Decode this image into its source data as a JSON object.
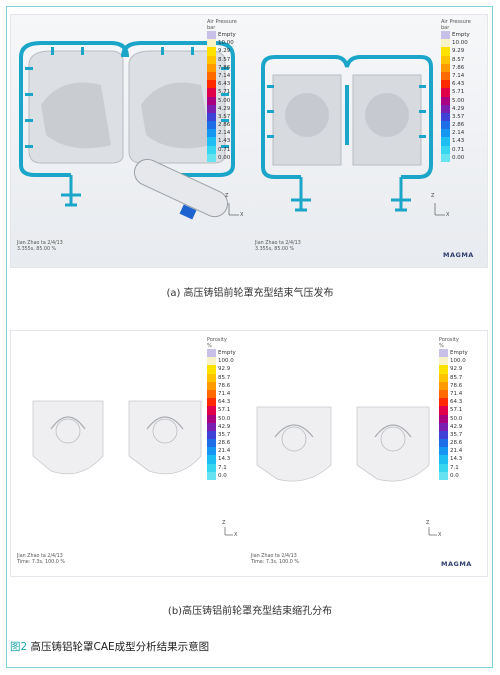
{
  "figure": {
    "number": "图2",
    "title": "高压铸铝轮罩CAE成型分析结果示意图"
  },
  "panel_a": {
    "caption": "(a) 高压铸铝前轮罩充型结束气压发布",
    "logo": "MAGMA",
    "legends": [
      {
        "title": "Air Pressure",
        "unit": "bar",
        "entries": [
          "Empty",
          "10.00",
          "9.29",
          "8.57",
          "7.86",
          "7.14",
          "6.43",
          "5.71",
          "5.00",
          "4.29",
          "3.57",
          "2.86",
          "2.14",
          "1.43",
          "0.71",
          "0.00"
        ]
      },
      {
        "title": "Air Pressure",
        "unit": "bar",
        "entries": [
          "Empty",
          "10.00",
          "9.29",
          "8.57",
          "7.86",
          "7.14",
          "6.43",
          "5.71",
          "5.00",
          "4.29",
          "3.57",
          "2.86",
          "2.14",
          "1.43",
          "0.71",
          "0.00"
        ]
      }
    ],
    "meta": [
      {
        "line1": "Jian Zhao ta 2/4/13",
        "line2": "3.355s, 85.00 %"
      },
      {
        "line1": "Jian Zhao ta 2/4/13",
        "line2": "3.355s, 85.00 %"
      }
    ]
  },
  "panel_b": {
    "caption": "(b)高压铸铝前轮罩充型结束缩孔分布",
    "logo": "MAGMA",
    "legends": [
      {
        "title": "Porosity",
        "unit": "%",
        "entries": [
          "Empty",
          "100.0",
          "92.9",
          "85.7",
          "78.6",
          "71.4",
          "64.3",
          "57.1",
          "50.0",
          "42.9",
          "35.7",
          "28.6",
          "21.4",
          "14.3",
          "7.1",
          "0.0"
        ]
      },
      {
        "title": "Porosity",
        "unit": "%",
        "entries": [
          "Empty",
          "100.0",
          "92.9",
          "85.7",
          "78.6",
          "71.4",
          "64.3",
          "57.1",
          "50.0",
          "42.9",
          "35.7",
          "28.6",
          "21.4",
          "14.3",
          "7.1",
          "0.0"
        ]
      }
    ],
    "meta": [
      {
        "line1": "Jian Zhao ta 2/4/13",
        "line2": "Time: 7.3s, 100.0 %"
      },
      {
        "line1": "Jian Zhao ta 2/4/13",
        "line2": "Time: 7.3s, 100.0 %"
      }
    ]
  },
  "palette": [
    "#c8c0e8",
    "#f7f3c7",
    "#ffe100",
    "#ffc300",
    "#ff9a00",
    "#ff6a00",
    "#ff2a00",
    "#e0004a",
    "#a80080",
    "#7a1fb0",
    "#3f42d6",
    "#1e6ee8",
    "#1596f0",
    "#1dbff2",
    "#39d6ef",
    "#66e2f0"
  ]
}
